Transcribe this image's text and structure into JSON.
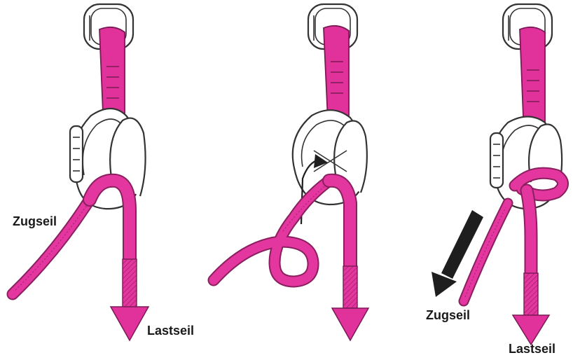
{
  "labels": {
    "panel1_pull_rope": "Zugseil",
    "panel1_load_rope": "Lastseil",
    "panel3_pull_rope": "Zugseil",
    "panel3_load_rope": "Lastseil"
  },
  "colors": {
    "rope": "#e4369f",
    "sling": "#e0329a",
    "outline": "#333333",
    "pull_arrow": "#222222"
  },
  "icons": {
    "sling": "sling-icon",
    "carabiner": "carabiner-icon",
    "load_arrow": "arrow-down-icon",
    "pull_arrow": "arrow-down-left-icon"
  }
}
